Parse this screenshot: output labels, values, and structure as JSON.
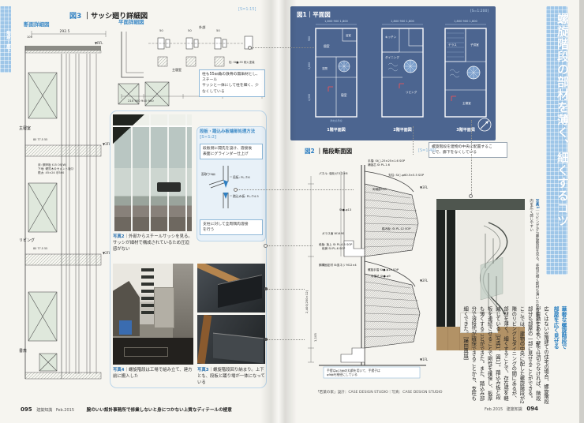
{
  "left": {
    "tab": "階段・廊下",
    "fig3": {
      "label": "図3",
      "title": "サッシ廻り詳細図",
      "scale": "[S=1:15]",
      "section_label": "断面詳細図",
      "plan_label": "平面詳細図",
      "dim_w": "292.5",
      "dim_100": "100",
      "dim_row": "80  77.5  55",
      "room1": "主寝室",
      "room2": "リビング",
      "room3": "書斎",
      "spec1": "床: 鋼甲板 t15 OS(W)",
      "spec2": "下地: 硬質木片セメント板⑫",
      "spec3": "根太: 45×24 @300",
      "lvl1": "▼RFL",
      "lvl2": "▼3FL",
      "lvl3": "▼2FL",
      "pd50": "50",
      "pd_ext": "外部",
      "pd_room": "主寝室",
      "pnote1": "柱も55㎜角の鉄骨の無垢材とし、スチール",
      "pnote2": "サッシと一体にして柱を細く、少なくしている",
      "pdims": "210      900      900      900",
      "colspec": "柱: St■-55 耐火塗装"
    },
    "weld": {
      "title": "段板・踏込み板端部処理方法",
      "scale": "[S=1:2]",
      "n1a": "段板側に開先を設け、溶接後",
      "n1b": "表面にグラインダー仕上げ",
      "chamfer": "面取り5㎜",
      "tread": "段板: PL-⑦6",
      "riser": "踏込み板: PL-⑦4.5",
      "n2a": "支柱に対して全周隅肉溶接",
      "n2b": "を行う"
    },
    "ph2label": "写真2",
    "ph2text": "外部からスチールサッシを見る。サッシが細材で構成されているため圧迫感がない",
    "ph4label": "写真4",
    "ph4text": "螺旋階段は工場で組み立て、建方前に搬入した",
    "ph3label": "写真3",
    "ph3text": "螺旋階段回り納まり。上下とも、段板と踊り場が一体になっている",
    "footer": {
      "page": "095",
      "mag": "建築知識",
      "date": "Feb.2015",
      "strap": "腕のいい設計事務所で修業しないと身につかない上質なディテールの極意"
    }
  },
  "right": {
    "fig1": {
      "label": "図1",
      "title": "平面図",
      "scale": "[S=1:200]",
      "dims_top": "1,800  900  1,800",
      "cap1": "1階平面図",
      "cap2": "2階平面図",
      "cap3": "3階平面図",
      "p1r1": "個室",
      "p1r2": "浴室",
      "p1r3": "玄関",
      "p1r4": "寝室",
      "p2r1": "キッチン",
      "p2r2": "ダイニング",
      "p2r3": "リビング",
      "p3r1": "テラス",
      "p3r2": "子供室",
      "p3r3": "主寝室",
      "dl1": "900",
      "dl2": "1,800",
      "dl3": "4,500",
      "boundary": "隣地境界線"
    },
    "note_center1": "螺旋階段を建物の中央に配置するこ",
    "note_center2": "とで、廊下をなくしている",
    "fig2": {
      "label": "図2",
      "title": "階段断面図",
      "scale": "[S=1:40]",
      "a1": "手摺: St□-25×25×1.6 SOP",
      "a2": "補強芯 St PL-1.6",
      "a3": "パネル: 強化ガラス⑦8",
      "a4": "支柱: St○-φ60.5×5.5 SOP",
      "a5": "両端部15R",
      "a6": "St●-φ13",
      "a7": "踏み板: St PL-12 SOP",
      "a8": "ガラス面 W1490",
      "a9": "段板: 捨上 St PL-4.5 SOP",
      "a10": "段鼻 St PL-6 SOP",
      "a11": "鋼構固定材 St皿ネジ M12×4",
      "a12": "螺旋手摺 St●-φ13 SOP",
      "a13": "手摺子 St●-φ9",
      "fl3": "▼3FL",
      "fl2": "▼2FL",
      "fl1": "▼1FL",
      "d1": "2,400(200×12)",
      "d2": "1,105",
      "note1": "手摺はφ13㎜の丸鋼を用いて、手摺子は",
      "note2": "φ9㎜を細径にしている"
    },
    "credit": "「若葉の家」設計：CASE DESIGN STUDIO｜写真：CASE DESIGN STUDIO",
    "ph1label": "写真1",
    "ph1text": "リビングから螺旋階段を見る。手摺が細く部材も薄いため圧迫感があまりなく、室内を広く感じやすい",
    "title_v": "螺旋階段の部材を薄く、細くするコツ",
    "article": {
      "heading": "華奢な螺旋階段で部屋を広く見せる",
      "body": "広くはない3階建ての住宅の場合、螺旋階段が有効である。壁で仕切らなければ、階段部分も部屋の一部に見せることができる。　ここでは、建物の中央に配した螺旋階段が2階のリビングとダイニングの間にあるが、部材を薄く、細くすることで、存在感を軽減している［写真1、図1］。踏込み板と段板を連続させることで剛性を確保し、板厚も薄くすることができた。また、踏込み部分で溶接代が確保できることから、支柱も細くできた。［横田典雄］"
    },
    "footer": {
      "date": "Feb.2015",
      "mag": "建築知識",
      "page": "094"
    }
  }
}
